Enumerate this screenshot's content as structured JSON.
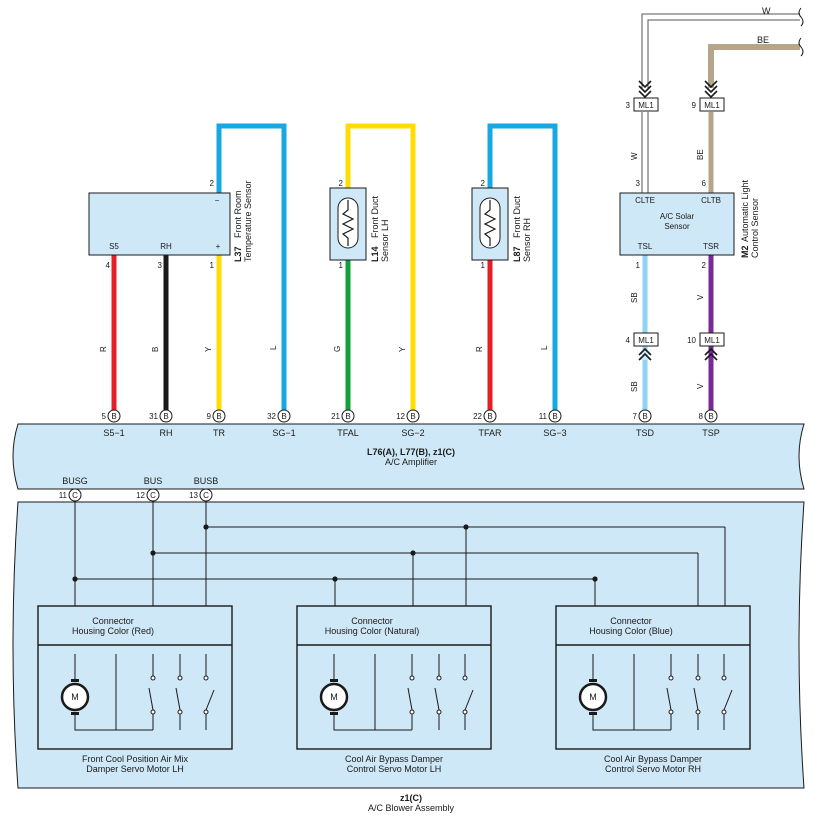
{
  "colors": {
    "panel": "#cfe8f7",
    "L": "#17a8e3",
    "Y": "#ffdd00",
    "R": "#e41f26",
    "B": "#1a1a1a",
    "G": "#12a03a",
    "SB": "#8fd4f2",
    "V": "#7a2a96",
    "BE": "#b6a58a",
    "W": "#ffffff"
  },
  "top_wires": {
    "w": "W",
    "be": "BE"
  },
  "components": {
    "l37": {
      "code": "L37",
      "name_line1": "Front Room",
      "name_line2": "Temperature Sensor",
      "pin_s5": "S5",
      "pin_rh": "RH",
      "minus": "−",
      "plus": "+",
      "p2": "2",
      "p4": "4",
      "p3": "3",
      "p1": "1"
    },
    "l14": {
      "code": "L14",
      "name_line1": "Front Duct",
      "name_line2": "Sensor LH",
      "p2": "2",
      "p1": "1"
    },
    "l87": {
      "code": "L87",
      "name_line1": "Front Duct",
      "name_line2": "Sensor RH",
      "p2": "2",
      "p1": "1"
    },
    "m2": {
      "code": "M2",
      "name_line1": "Automatic Light",
      "name_line2": "Control Sensor",
      "inner1": "A/C Solar",
      "inner2": "Sensor",
      "cltE": "CLTE",
      "cltB": "CLTB",
      "tsl": "TSL",
      "tsr": "TSR",
      "p3": "3",
      "p6": "6",
      "p1": "1",
      "p2": "2"
    }
  },
  "ml1": {
    "label": "ML1",
    "p3": "3",
    "p9": "9",
    "p4": "4",
    "p10": "10"
  },
  "wire_labels": {
    "w": "W",
    "be": "BE",
    "sb": "SB",
    "v": "V",
    "r": "R",
    "b": "B",
    "y": "Y",
    "l": "L",
    "g": "G"
  },
  "amplifier": {
    "title": "L76(A), L77(B), z1(C)",
    "subtitle": "A/C Amplifier",
    "pins": [
      {
        "num": "5",
        "conn": "B",
        "name": "S5−1"
      },
      {
        "num": "31",
        "conn": "B",
        "name": "RH"
      },
      {
        "num": "9",
        "conn": "B",
        "name": "TR"
      },
      {
        "num": "32",
        "conn": "B",
        "name": "SG−1"
      },
      {
        "num": "21",
        "conn": "B",
        "name": "TFAL"
      },
      {
        "num": "12",
        "conn": "B",
        "name": "SG−2"
      },
      {
        "num": "22",
        "conn": "B",
        "name": "TFAR"
      },
      {
        "num": "11",
        "conn": "B",
        "name": "SG−3"
      },
      {
        "num": "7",
        "conn": "B",
        "name": "TSD"
      },
      {
        "num": "8",
        "conn": "B",
        "name": "TSP"
      }
    ],
    "bus_pins": [
      {
        "num": "11",
        "conn": "C",
        "name": "BUSG"
      },
      {
        "num": "12",
        "conn": "C",
        "name": "BUS"
      },
      {
        "num": "13",
        "conn": "C",
        "name": "BUSB"
      }
    ]
  },
  "blower": {
    "title": "z1(C)",
    "subtitle": "A/C Blower Assembly",
    "motor_letter": "M",
    "motors": [
      {
        "connector_line1": "Connector",
        "connector_line2": "Housing Color (Red)",
        "caption_line1": "Front Cool Position Air Mix",
        "caption_line2": "Damper Servo Motor LH"
      },
      {
        "connector_line1": "Connector",
        "connector_line2": "Housing Color (Natural)",
        "caption_line1": "Cool Air Bypass Damper",
        "caption_line2": "Control Servo Motor LH"
      },
      {
        "connector_line1": "Connector",
        "connector_line2": "Housing Color (Blue)",
        "caption_line1": "Cool Air Bypass Damper",
        "caption_line2": "Control Servo Motor RH"
      }
    ]
  }
}
